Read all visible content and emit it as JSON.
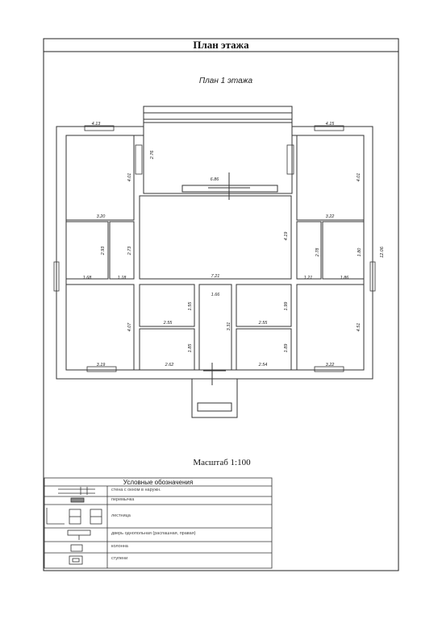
{
  "sheet": {
    "title": "План этажа"
  },
  "plan": {
    "subtitle": "План 1 этажа",
    "scale_label": "Масштаб 1:100"
  },
  "dimensions": {
    "top_left_window": "4.13",
    "top_right_window": "4.15",
    "garage_vertical": "2.76",
    "garage_width": "6.86",
    "room_tl_height": "4.01",
    "room_tl_width": "3.20",
    "room_tr_height": "4.01",
    "room_tr_width": "3.22",
    "hall_height": "4.19",
    "hall_width": "7.21",
    "small_l1_height": "2.93",
    "small_l1_width": "1.68",
    "small_l2_height": "2.73",
    "small_l2_width": "1.18",
    "small_r1_height": "2.78",
    "small_r1_width": "1.21",
    "small_r2_height": "1.80",
    "small_r2_width": "1.86",
    "total_height": "12.06",
    "room_bl_height": "4.07",
    "room_bl_width": "3.19",
    "room_br_height": "4.51",
    "room_br_width": "3.22",
    "corridor_width": "1.66",
    "corridor_height": "3.31",
    "cell_ml_top_h": "1.55",
    "cell_ml_top_w": "2.55",
    "cell_ml_bot_h": "1.85",
    "cell_ml_bot_w": "2.62",
    "cell_mr_top_h": "1.99",
    "cell_mr_top_w": "2.55",
    "cell_mr_bot_h": "1.89",
    "cell_mr_bot_w": "2.54"
  },
  "legend": {
    "title": "Условные обозначения",
    "items": [
      {
        "label": "стена с окном в наружн.",
        "icon": "wall-window-symbol"
      },
      {
        "label": "перемычка",
        "icon": "lintel-symbol"
      },
      {
        "label": "лестница",
        "icon": "stairs-symbol"
      },
      {
        "label": "дверь однопольная (распашная, правая)",
        "icon": "door-symbol"
      },
      {
        "label": "колонна",
        "icon": "column-symbol"
      },
      {
        "label": "ступени",
        "icon": "steps-symbol"
      }
    ]
  }
}
